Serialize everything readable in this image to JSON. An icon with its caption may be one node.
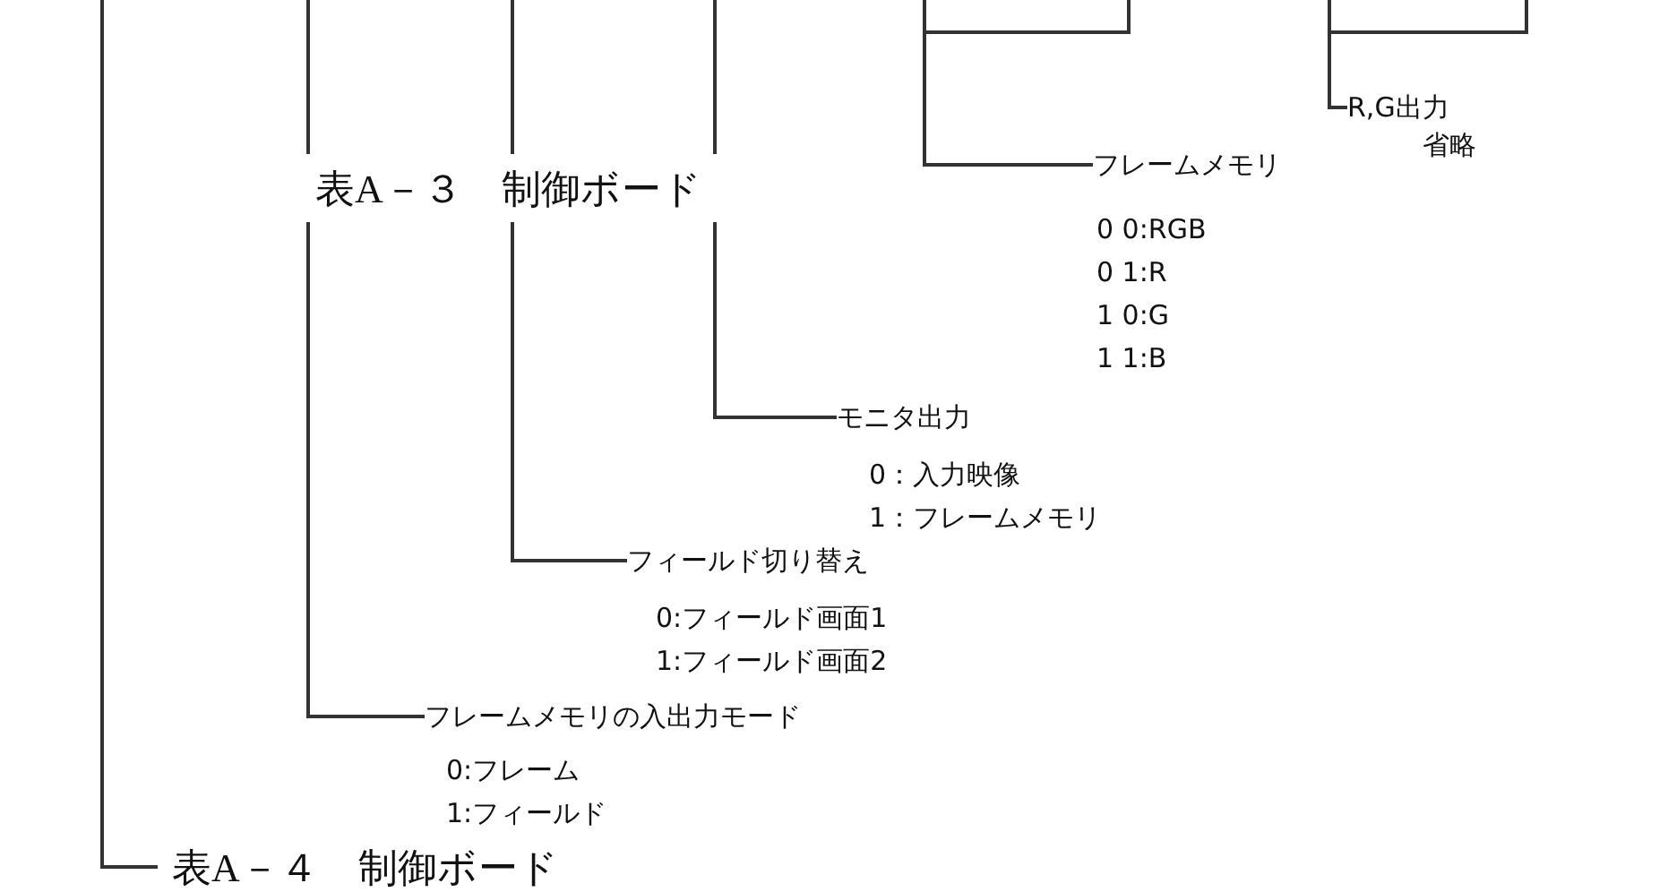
{
  "diagram": {
    "nodes": [
      {
        "text": [
          "R,G出力",
          "省略"
        ]
      },
      {
        "text": [
          "フレームメモリ",
          "0 0:RGB",
          "0 1:R",
          "1 0:G",
          "1 1:B"
        ]
      },
      {
        "text": [
          "モニタ出力",
          "0：入力映像",
          "1：フレームメモリ"
        ]
      },
      {
        "text": [
          "フィールド切り替え",
          "0:フィールド画面1",
          "1:フィールド画面2"
        ]
      },
      {
        "text": [
          "フレームメモリの入出力モード",
          "0:フレーム",
          "1:フィールド"
        ]
      },
      {
        "text": [
          "表A－４　制御ボード"
        ]
      }
    ],
    "edges": [
      {
        "from": null,
        "to": 0,
        "arrow": "none"
      },
      {
        "from": null,
        "to": 1,
        "arrow": "none"
      },
      {
        "from": null,
        "to": 2,
        "arrow": "none"
      },
      {
        "from": null,
        "to": 3,
        "arrow": "none"
      },
      {
        "from": null,
        "to": 4,
        "arrow": "none"
      },
      {
        "from": null,
        "to": 5,
        "arrow": "none"
      }
    ],
    "labels": [
      "表A－３　制御ボード"
    ]
  }
}
